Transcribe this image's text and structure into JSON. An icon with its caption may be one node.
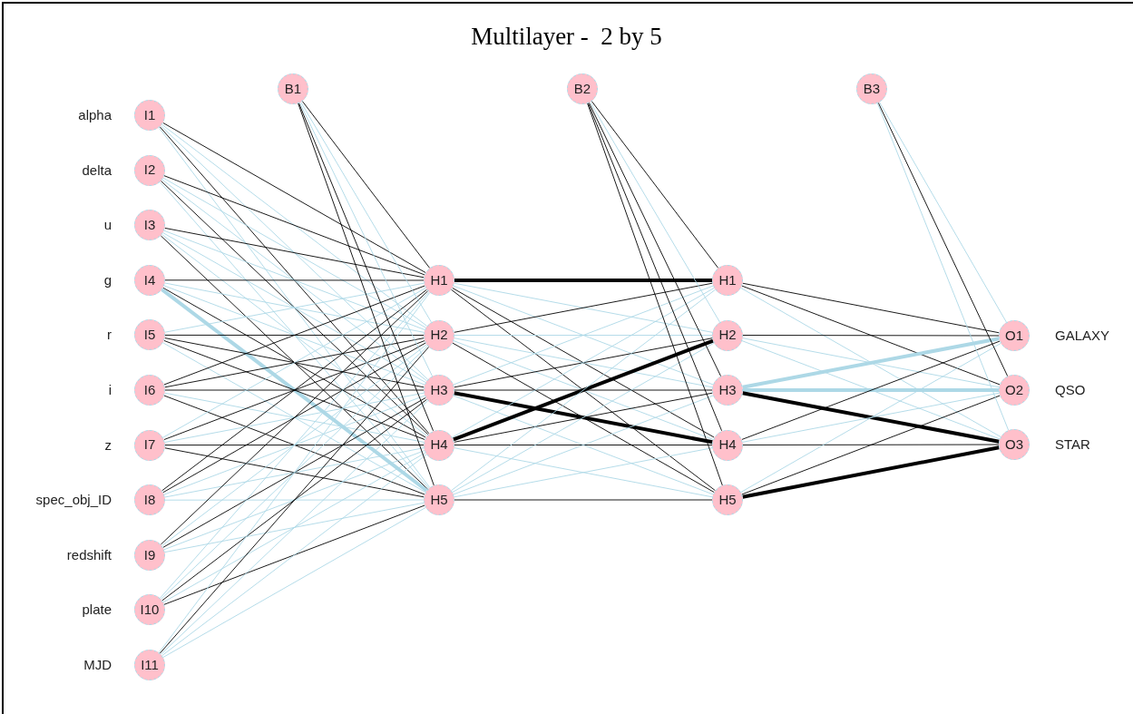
{
  "diagram": {
    "title": "Multilayer -  2 by 5",
    "nodes": [
      {
        "text": [
          "B1"
        ]
      },
      {
        "text": [
          "I1"
        ],
        "beside": [
          "alpha"
        ]
      },
      {
        "text": [
          "I2"
        ],
        "beside": [
          "delta"
        ]
      },
      {
        "text": [
          "I3"
        ],
        "beside": [
          "u"
        ]
      },
      {
        "text": [
          "I4"
        ],
        "beside": [
          "g"
        ]
      },
      {
        "text": [
          "I5"
        ],
        "beside": [
          "r"
        ]
      },
      {
        "text": [
          "I6"
        ],
        "beside": [
          "i"
        ]
      },
      {
        "text": [
          "I7"
        ],
        "beside": [
          "z"
        ]
      },
      {
        "text": [
          "I8"
        ],
        "beside": [
          "spec_obj_ID"
        ]
      },
      {
        "text": [
          "I9"
        ],
        "beside": [
          "redshift"
        ]
      },
      {
        "text": [
          "I10"
        ],
        "beside": [
          "plate"
        ]
      },
      {
        "text": [
          "I11"
        ],
        "beside": [
          "MJD"
        ]
      },
      {
        "text": [
          "H1"
        ]
      },
      {
        "text": [
          "H2"
        ]
      },
      {
        "text": [
          "H3"
        ]
      },
      {
        "text": [
          "H4"
        ]
      },
      {
        "text": [
          "H5"
        ]
      },
      {
        "text": [
          "B2"
        ]
      },
      {
        "text": [
          "H1"
        ]
      },
      {
        "text": [
          "H2"
        ]
      },
      {
        "text": [
          "H3"
        ]
      },
      {
        "text": [
          "H4"
        ]
      },
      {
        "text": [
          "H5"
        ]
      },
      {
        "text": [
          "B3"
        ]
      },
      {
        "text": [
          "O1"
        ],
        "beside": [
          "GALAXY"
        ]
      },
      {
        "text": [
          "O2"
        ],
        "beside": [
          "QSO"
        ]
      },
      {
        "text": [
          "O3"
        ],
        "beside": [
          "STAR"
        ]
      }
    ],
    "edges": [
      {
        "from": 1,
        "to": 12,
        "arrow": "none",
        "color": "#000000"
      },
      {
        "from": 1,
        "to": 13,
        "arrow": "none"
      },
      {
        "from": 1,
        "to": 14,
        "arrow": "none"
      },
      {
        "from": 1,
        "to": 15,
        "arrow": "none",
        "color": "#000000"
      },
      {
        "from": 1,
        "to": 16,
        "arrow": "none"
      },
      {
        "from": 2,
        "to": 12,
        "arrow": "none",
        "color": "#000000"
      },
      {
        "from": 2,
        "to": 13,
        "arrow": "none"
      },
      {
        "from": 2,
        "to": 14,
        "arrow": "none"
      },
      {
        "from": 2,
        "to": 15,
        "arrow": "none",
        "color": "#000000"
      },
      {
        "from": 2,
        "to": 16,
        "arrow": "none"
      },
      {
        "from": 3,
        "to": 12,
        "arrow": "none",
        "color": "#000000"
      },
      {
        "from": 3,
        "to": 13,
        "arrow": "none"
      },
      {
        "from": 3,
        "to": 14,
        "arrow": "none"
      },
      {
        "from": 3,
        "to": 15,
        "arrow": "none"
      },
      {
        "from": 3,
        "to": 16,
        "arrow": "none",
        "color": "#000000"
      },
      {
        "from": 4,
        "to": 12,
        "arrow": "none",
        "color": "#000000"
      },
      {
        "from": 4,
        "to": 13,
        "arrow": "none"
      },
      {
        "from": 4,
        "to": 14,
        "arrow": "none"
      },
      {
        "from": 4,
        "to": 15,
        "arrow": "none",
        "color": "#000000"
      },
      {
        "from": 4,
        "to": 16,
        "arrow": "none",
        "style": "thick"
      },
      {
        "from": 5,
        "to": 12,
        "arrow": "none"
      },
      {
        "from": 5,
        "to": 13,
        "arrow": "none",
        "color": "#000000"
      },
      {
        "from": 5,
        "to": 14,
        "arrow": "none",
        "color": "#000000"
      },
      {
        "from": 5,
        "to": 15,
        "arrow": "none",
        "color": "#000000"
      },
      {
        "from": 5,
        "to": 16,
        "arrow": "none"
      },
      {
        "from": 6,
        "to": 12,
        "arrow": "none",
        "color": "#000000"
      },
      {
        "from": 6,
        "to": 13,
        "arrow": "none",
        "color": "#000000"
      },
      {
        "from": 6,
        "to": 14,
        "arrow": "none",
        "color": "#000000"
      },
      {
        "from": 6,
        "to": 15,
        "arrow": "none"
      },
      {
        "from": 6,
        "to": 16,
        "arrow": "none",
        "color": "#000000"
      },
      {
        "from": 7,
        "to": 12,
        "arrow": "none"
      },
      {
        "from": 7,
        "to": 13,
        "arrow": "none",
        "color": "#000000"
      },
      {
        "from": 7,
        "to": 14,
        "arrow": "none"
      },
      {
        "from": 7,
        "to": 15,
        "arrow": "none",
        "color": "#000000"
      },
      {
        "from": 7,
        "to": 16,
        "arrow": "none",
        "color": "#000000"
      },
      {
        "from": 8,
        "to": 12,
        "arrow": "none",
        "color": "#000000"
      },
      {
        "from": 8,
        "to": 13,
        "arrow": "none",
        "color": "#000000"
      },
      {
        "from": 8,
        "to": 14,
        "arrow": "none"
      },
      {
        "from": 8,
        "to": 15,
        "arrow": "none"
      },
      {
        "from": 8,
        "to": 16,
        "arrow": "none"
      },
      {
        "from": 9,
        "to": 12,
        "arrow": "none",
        "color": "#000000"
      },
      {
        "from": 9,
        "to": 13,
        "arrow": "none"
      },
      {
        "from": 9,
        "to": 14,
        "arrow": "none",
        "color": "#000000"
      },
      {
        "from": 9,
        "to": 15,
        "arrow": "none"
      },
      {
        "from": 9,
        "to": 16,
        "arrow": "none"
      },
      {
        "from": 10,
        "to": 12,
        "arrow": "none"
      },
      {
        "from": 10,
        "to": 13,
        "arrow": "none"
      },
      {
        "from": 10,
        "to": 14,
        "arrow": "none",
        "color": "#000000"
      },
      {
        "from": 10,
        "to": 15,
        "arrow": "none"
      },
      {
        "from": 10,
        "to": 16,
        "arrow": "none",
        "color": "#000000"
      },
      {
        "from": 11,
        "to": 12,
        "arrow": "none"
      },
      {
        "from": 11,
        "to": 13,
        "arrow": "none",
        "color": "#000000"
      },
      {
        "from": 11,
        "to": 14,
        "arrow": "none"
      },
      {
        "from": 11,
        "to": 15,
        "arrow": "none"
      },
      {
        "from": 11,
        "to": 16,
        "arrow": "none"
      },
      {
        "from": 0,
        "to": 12,
        "arrow": "none",
        "color": "#000000"
      },
      {
        "from": 0,
        "to": 13,
        "arrow": "none"
      },
      {
        "from": 0,
        "to": 14,
        "arrow": "none"
      },
      {
        "from": 0,
        "to": 15,
        "arrow": "none",
        "color": "#000000"
      },
      {
        "from": 0,
        "to": 16,
        "arrow": "none",
        "color": "#000000"
      },
      {
        "from": 12,
        "to": 18,
        "arrow": "none",
        "color": "#000000",
        "style": "thick"
      },
      {
        "from": 12,
        "to": 19,
        "arrow": "none"
      },
      {
        "from": 12,
        "to": 20,
        "arrow": "none"
      },
      {
        "from": 12,
        "to": 21,
        "arrow": "none",
        "color": "#000000"
      },
      {
        "from": 12,
        "to": 22,
        "arrow": "none",
        "color": "#000000"
      },
      {
        "from": 13,
        "to": 18,
        "arrow": "none",
        "color": "#000000"
      },
      {
        "from": 13,
        "to": 19,
        "arrow": "none"
      },
      {
        "from": 13,
        "to": 20,
        "arrow": "none"
      },
      {
        "from": 13,
        "to": 21,
        "arrow": "none"
      },
      {
        "from": 13,
        "to": 22,
        "arrow": "none",
        "color": "#000000"
      },
      {
        "from": 14,
        "to": 18,
        "arrow": "none"
      },
      {
        "from": 14,
        "to": 19,
        "arrow": "none",
        "color": "#000000"
      },
      {
        "from": 14,
        "to": 20,
        "arrow": "none",
        "color": "#000000"
      },
      {
        "from": 14,
        "to": 21,
        "arrow": "none",
        "color": "#000000",
        "style": "thick"
      },
      {
        "from": 14,
        "to": 22,
        "arrow": "none"
      },
      {
        "from": 15,
        "to": 18,
        "arrow": "none"
      },
      {
        "from": 15,
        "to": 19,
        "arrow": "none",
        "color": "#000000",
        "style": "thick"
      },
      {
        "from": 15,
        "to": 20,
        "arrow": "none",
        "color": "#000000"
      },
      {
        "from": 15,
        "to": 21,
        "arrow": "none",
        "color": "#000000"
      },
      {
        "from": 15,
        "to": 22,
        "arrow": "none"
      },
      {
        "from": 16,
        "to": 18,
        "arrow": "none"
      },
      {
        "from": 16,
        "to": 19,
        "arrow": "none"
      },
      {
        "from": 16,
        "to": 20,
        "arrow": "none"
      },
      {
        "from": 16,
        "to": 21,
        "arrow": "none"
      },
      {
        "from": 16,
        "to": 22,
        "arrow": "none",
        "color": "#000000"
      },
      {
        "from": 17,
        "to": 18,
        "arrow": "none",
        "color": "#000000"
      },
      {
        "from": 17,
        "to": 19,
        "arrow": "none"
      },
      {
        "from": 17,
        "to": 20,
        "arrow": "none",
        "color": "#000000"
      },
      {
        "from": 17,
        "to": 21,
        "arrow": "none",
        "color": "#000000"
      },
      {
        "from": 17,
        "to": 22,
        "arrow": "none",
        "color": "#000000"
      },
      {
        "from": 18,
        "to": 24,
        "arrow": "none",
        "color": "#000000"
      },
      {
        "from": 18,
        "to": 25,
        "arrow": "none",
        "color": "#000000"
      },
      {
        "from": 18,
        "to": 26,
        "arrow": "none"
      },
      {
        "from": 19,
        "to": 24,
        "arrow": "none",
        "color": "#000000"
      },
      {
        "from": 19,
        "to": 25,
        "arrow": "none"
      },
      {
        "from": 19,
        "to": 26,
        "arrow": "none"
      },
      {
        "from": 20,
        "to": 24,
        "arrow": "none",
        "style": "thick"
      },
      {
        "from": 20,
        "to": 25,
        "arrow": "none",
        "style": "thick"
      },
      {
        "from": 20,
        "to": 26,
        "arrow": "none",
        "color": "#000000",
        "style": "thick"
      },
      {
        "from": 21,
        "to": 24,
        "arrow": "none",
        "color": "#000000"
      },
      {
        "from": 21,
        "to": 25,
        "arrow": "none"
      },
      {
        "from": 21,
        "to": 26,
        "arrow": "none",
        "color": "#000000"
      },
      {
        "from": 22,
        "to": 24,
        "arrow": "none"
      },
      {
        "from": 22,
        "to": 25,
        "arrow": "none",
        "color": "#000000"
      },
      {
        "from": 22,
        "to": 26,
        "arrow": "none",
        "color": "#000000",
        "style": "thick"
      },
      {
        "from": 23,
        "to": 24,
        "arrow": "none"
      },
      {
        "from": 23,
        "to": 25,
        "arrow": "none",
        "color": "#000000"
      },
      {
        "from": 23,
        "to": 26,
        "arrow": "none"
      }
    ]
  }
}
